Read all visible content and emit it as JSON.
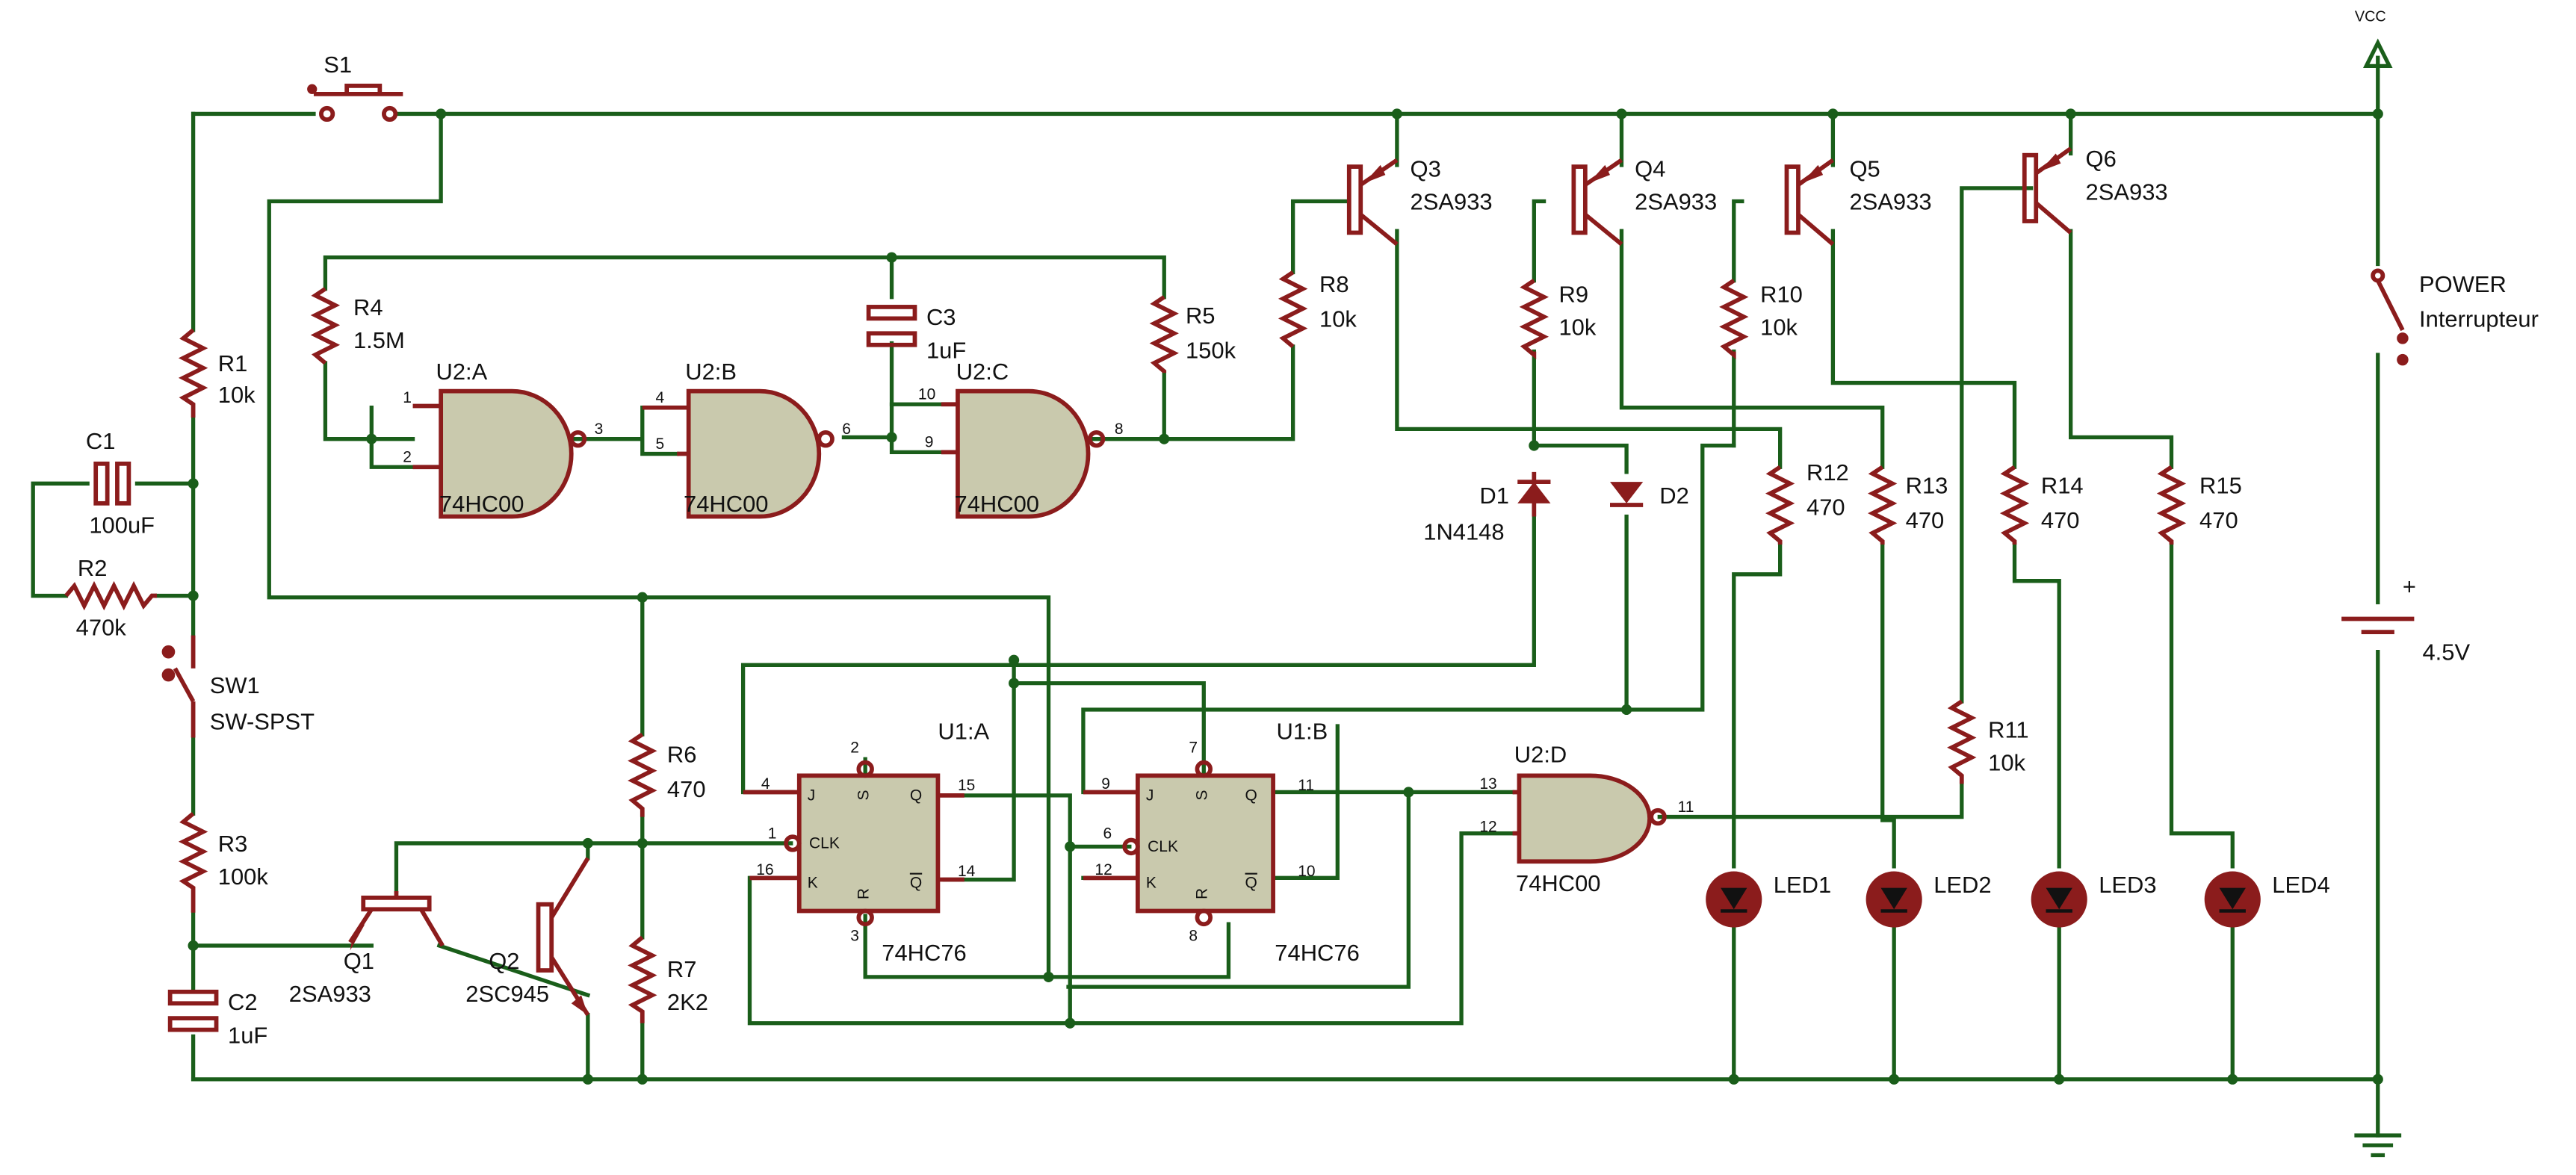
{
  "vcc": "VCC",
  "parts": {
    "S1": {
      "ref": "S1"
    },
    "R1": {
      "ref": "R1",
      "value": "10k"
    },
    "C1": {
      "ref": "C1",
      "value": "100uF"
    },
    "R2": {
      "ref": "R2",
      "value": "470k"
    },
    "SW1": {
      "ref": "SW1",
      "value": "SW-SPST"
    },
    "R3": {
      "ref": "R3",
      "value": "100k"
    },
    "C2": {
      "ref": "C2",
      "value": "1uF"
    },
    "Q1": {
      "ref": "Q1",
      "value": "2SA933"
    },
    "Q2": {
      "ref": "Q2",
      "value": "2SC945"
    },
    "R4": {
      "ref": "R4",
      "value": "1.5M"
    },
    "R5": {
      "ref": "R5",
      "value": "150k"
    },
    "C3": {
      "ref": "C3",
      "value": "1uF"
    },
    "U2A": {
      "ref": "U2:A",
      "value": "74HC00"
    },
    "U2B": {
      "ref": "U2:B",
      "value": "74HC00"
    },
    "U2C": {
      "ref": "U2:C",
      "value": "74HC00"
    },
    "U2D": {
      "ref": "U2:D",
      "value": "74HC00"
    },
    "R6": {
      "ref": "R6",
      "value": "470"
    },
    "R7": {
      "ref": "R7",
      "value": "2K2"
    },
    "U1A": {
      "ref": "U1:A",
      "value": "74HC76"
    },
    "U1B": {
      "ref": "U1:B",
      "value": "74HC76"
    },
    "R8": {
      "ref": "R8",
      "value": "10k"
    },
    "R9": {
      "ref": "R9",
      "value": "10k"
    },
    "R10": {
      "ref": "R10",
      "value": "10k"
    },
    "R11": {
      "ref": "R11",
      "value": "10k"
    },
    "Q3": {
      "ref": "Q3",
      "value": "2SA933"
    },
    "Q4": {
      "ref": "Q4",
      "value": "2SA933"
    },
    "Q5": {
      "ref": "Q5",
      "value": "2SA933"
    },
    "Q6": {
      "ref": "Q6",
      "value": "2SA933"
    },
    "D1": {
      "ref": "D1",
      "value": "1N4148"
    },
    "D2": {
      "ref": "D2"
    },
    "R12": {
      "ref": "R12",
      "value": "470"
    },
    "R13": {
      "ref": "R13",
      "value": "470"
    },
    "R14": {
      "ref": "R14",
      "value": "470"
    },
    "R15": {
      "ref": "R15",
      "value": "470"
    },
    "LED1": {
      "ref": "LED1"
    },
    "LED2": {
      "ref": "LED2"
    },
    "LED3": {
      "ref": "LED3"
    },
    "LED4": {
      "ref": "LED4"
    },
    "POWER": {
      "ref": "POWER",
      "value": "Interrupteur"
    },
    "BAT": {
      "polarity": "+",
      "value": "4.5V"
    }
  },
  "pins": {
    "nand": {
      "a_in1": "1",
      "a_in2": "2",
      "a_out": "3",
      "b_in1": "4",
      "b_in2": "5",
      "b_out": "6",
      "c_in1": "10",
      "c_in2": "9",
      "c_out": "8",
      "d_in1": "13",
      "d_in2": "12",
      "d_out": "11"
    },
    "ffA": {
      "j": "4",
      "clk": "1",
      "k": "16",
      "s": "2",
      "r": "3",
      "q": "15",
      "qb": "14"
    },
    "ffB": {
      "j": "9",
      "clk": "6",
      "k": "12",
      "s": "7",
      "r": "8",
      "q": "11",
      "qb": "10"
    },
    "labels": {
      "J": "J",
      "K": "K",
      "S": "S",
      "R": "R",
      "Q": "Q",
      "CLK": "CLK"
    }
  }
}
